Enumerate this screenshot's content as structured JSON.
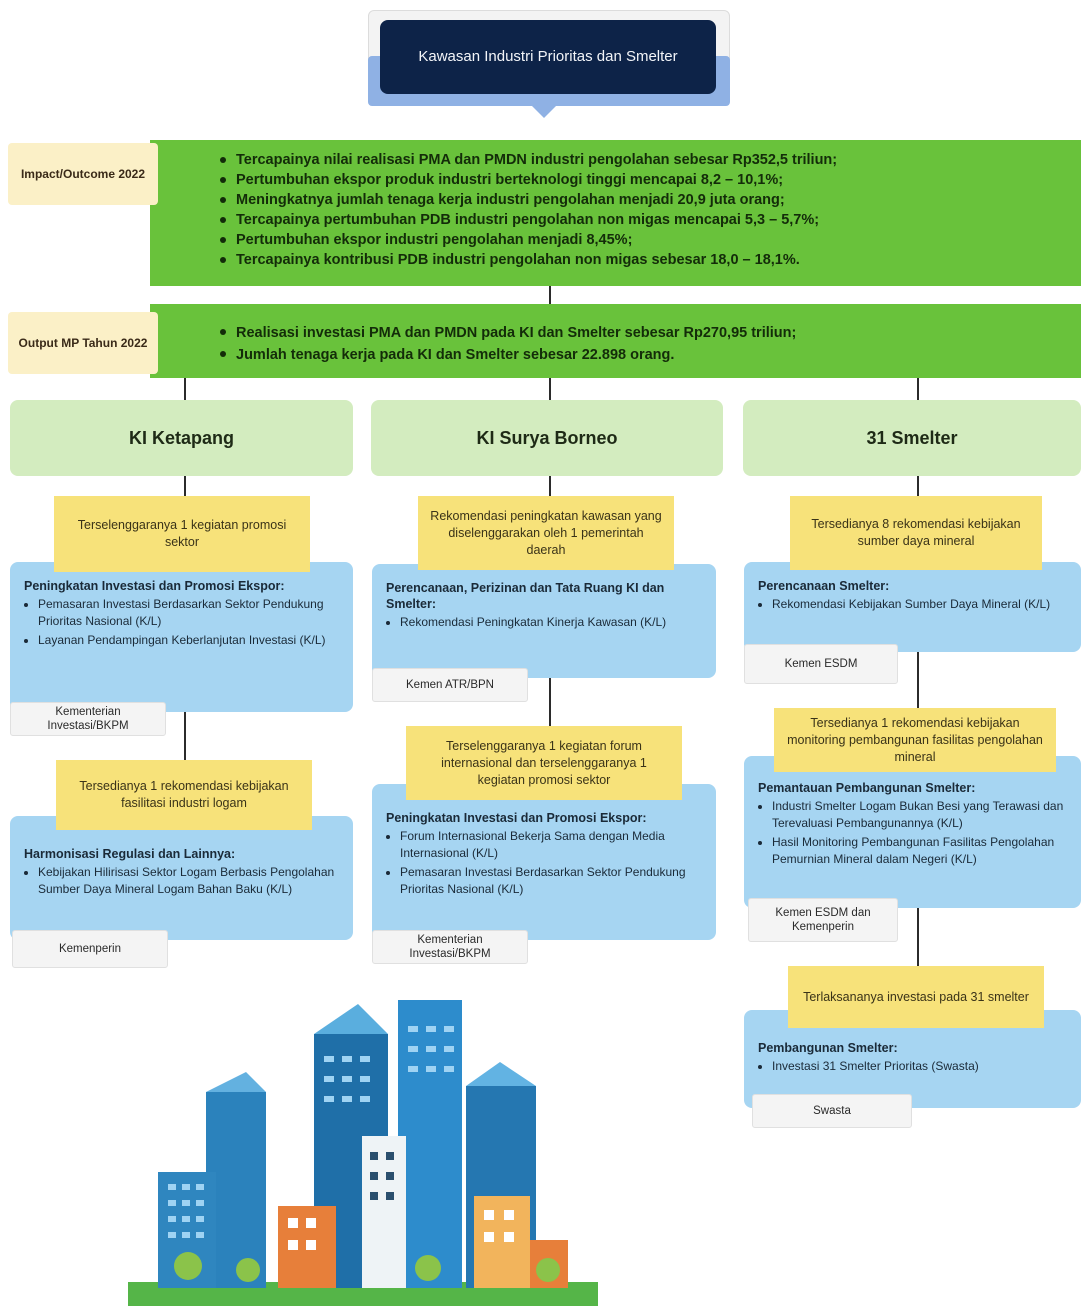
{
  "title": "Kawasan Industri Prioritas dan Smelter",
  "impact": {
    "label": "Impact/Outcome 2022",
    "items": [
      "Tercapainya nilai realisasi PMA dan PMDN industri pengolahan sebesar Rp352,5 triliun;",
      "Pertumbuhan ekspor produk industri berteknologi tinggi mencapai 8,2 – 10,1%;",
      "Meningkatnya jumlah tenaga kerja industri pengolahan menjadi 20,9 juta orang;",
      "Tercapainya pertumbuhan PDB industri pengolahan non migas mencapai 5,3 – 5,7%;",
      "Pertumbuhan ekspor industri pengolahan menjadi 8,45%;",
      "Tercapainya kontribusi PDB industri pengolahan non migas sebesar 18,0 – 18,1%."
    ]
  },
  "output": {
    "label": "Output MP Tahun 2022",
    "items": [
      "Realisasi investasi PMA dan PMDN pada KI dan Smelter sebesar Rp270,95 triliun;",
      "Jumlah tenaga kerja pada KI dan Smelter sebesar 22.898 orang."
    ]
  },
  "columns": [
    {
      "header": "KI Ketapang",
      "steps": [
        {
          "target": "Terselenggaranya 1 kegiatan promosi sektor",
          "program": "Peningkatan Investasi dan Promosi Ekspor:",
          "items": [
            "Pemasaran Investasi Berdasarkan Sektor Pendukung Prioritas Nasional (K/L)",
            "Layanan Pendampingan Keberlanjutan Investasi (K/L)"
          ],
          "agency": "Kementerian Investasi/BKPM"
        },
        {
          "target": "Tersedianya 1 rekomendasi kebijakan fasilitasi industri logam",
          "program": "Harmonisasi Regulasi dan Lainnya:",
          "items": [
            "Kebijakan Hilirisasi Sektor Logam Berbasis Pengolahan Sumber Daya Mineral Logam Bahan Baku (K/L)"
          ],
          "agency": "Kemenperin"
        }
      ]
    },
    {
      "header": "KI Surya Borneo",
      "steps": [
        {
          "target": "Rekomendasi peningkatan kawasan yang diselenggarakan oleh 1 pemerintah daerah",
          "program": "Perencanaan, Perizinan dan Tata Ruang KI dan Smelter:",
          "items": [
            "Rekomendasi Peningkatan Kinerja Kawasan (K/L)"
          ],
          "agency": "Kemen ATR/BPN"
        },
        {
          "target": "Terselenggaranya 1 kegiatan forum internasional dan terselenggaranya 1 kegiatan promosi sektor",
          "program": "Peningkatan Investasi dan Promosi Ekspor:",
          "items": [
            "Forum Internasional Bekerja Sama dengan Media Internasional (K/L)",
            "Pemasaran Investasi Berdasarkan Sektor Pendukung Prioritas Nasional (K/L)"
          ],
          "agency": "Kementerian Investasi/BKPM"
        }
      ]
    },
    {
      "header": "31 Smelter",
      "steps": [
        {
          "target": "Tersedianya 8 rekomendasi kebijakan sumber daya mineral",
          "program": "Perencanaan Smelter:",
          "items": [
            "Rekomendasi Kebijakan Sumber Daya Mineral (K/L)"
          ],
          "agency": "Kemen ESDM"
        },
        {
          "target": "Tersedianya 1 rekomendasi kebijakan monitoring pembangunan fasilitas pengolahan mineral",
          "program": "Pemantauan Pembangunan Smelter:",
          "items": [
            "Industri Smelter Logam Bukan Besi yang Terawasi dan Terevaluasi Pembangunannya (K/L)",
            "Hasil Monitoring Pembangunan Fasilitas Pengolahan Pemurnian Mineral dalam Negeri (K/L)"
          ],
          "agency": "Kemen ESDM dan Kemenperin"
        },
        {
          "target": "Terlaksananya investasi pada 31 smelter",
          "program": "Pembangunan Smelter:",
          "items": [
            "Investasi 31 Smelter Prioritas (Swasta)"
          ],
          "agency": "Swasta"
        }
      ]
    }
  ]
}
